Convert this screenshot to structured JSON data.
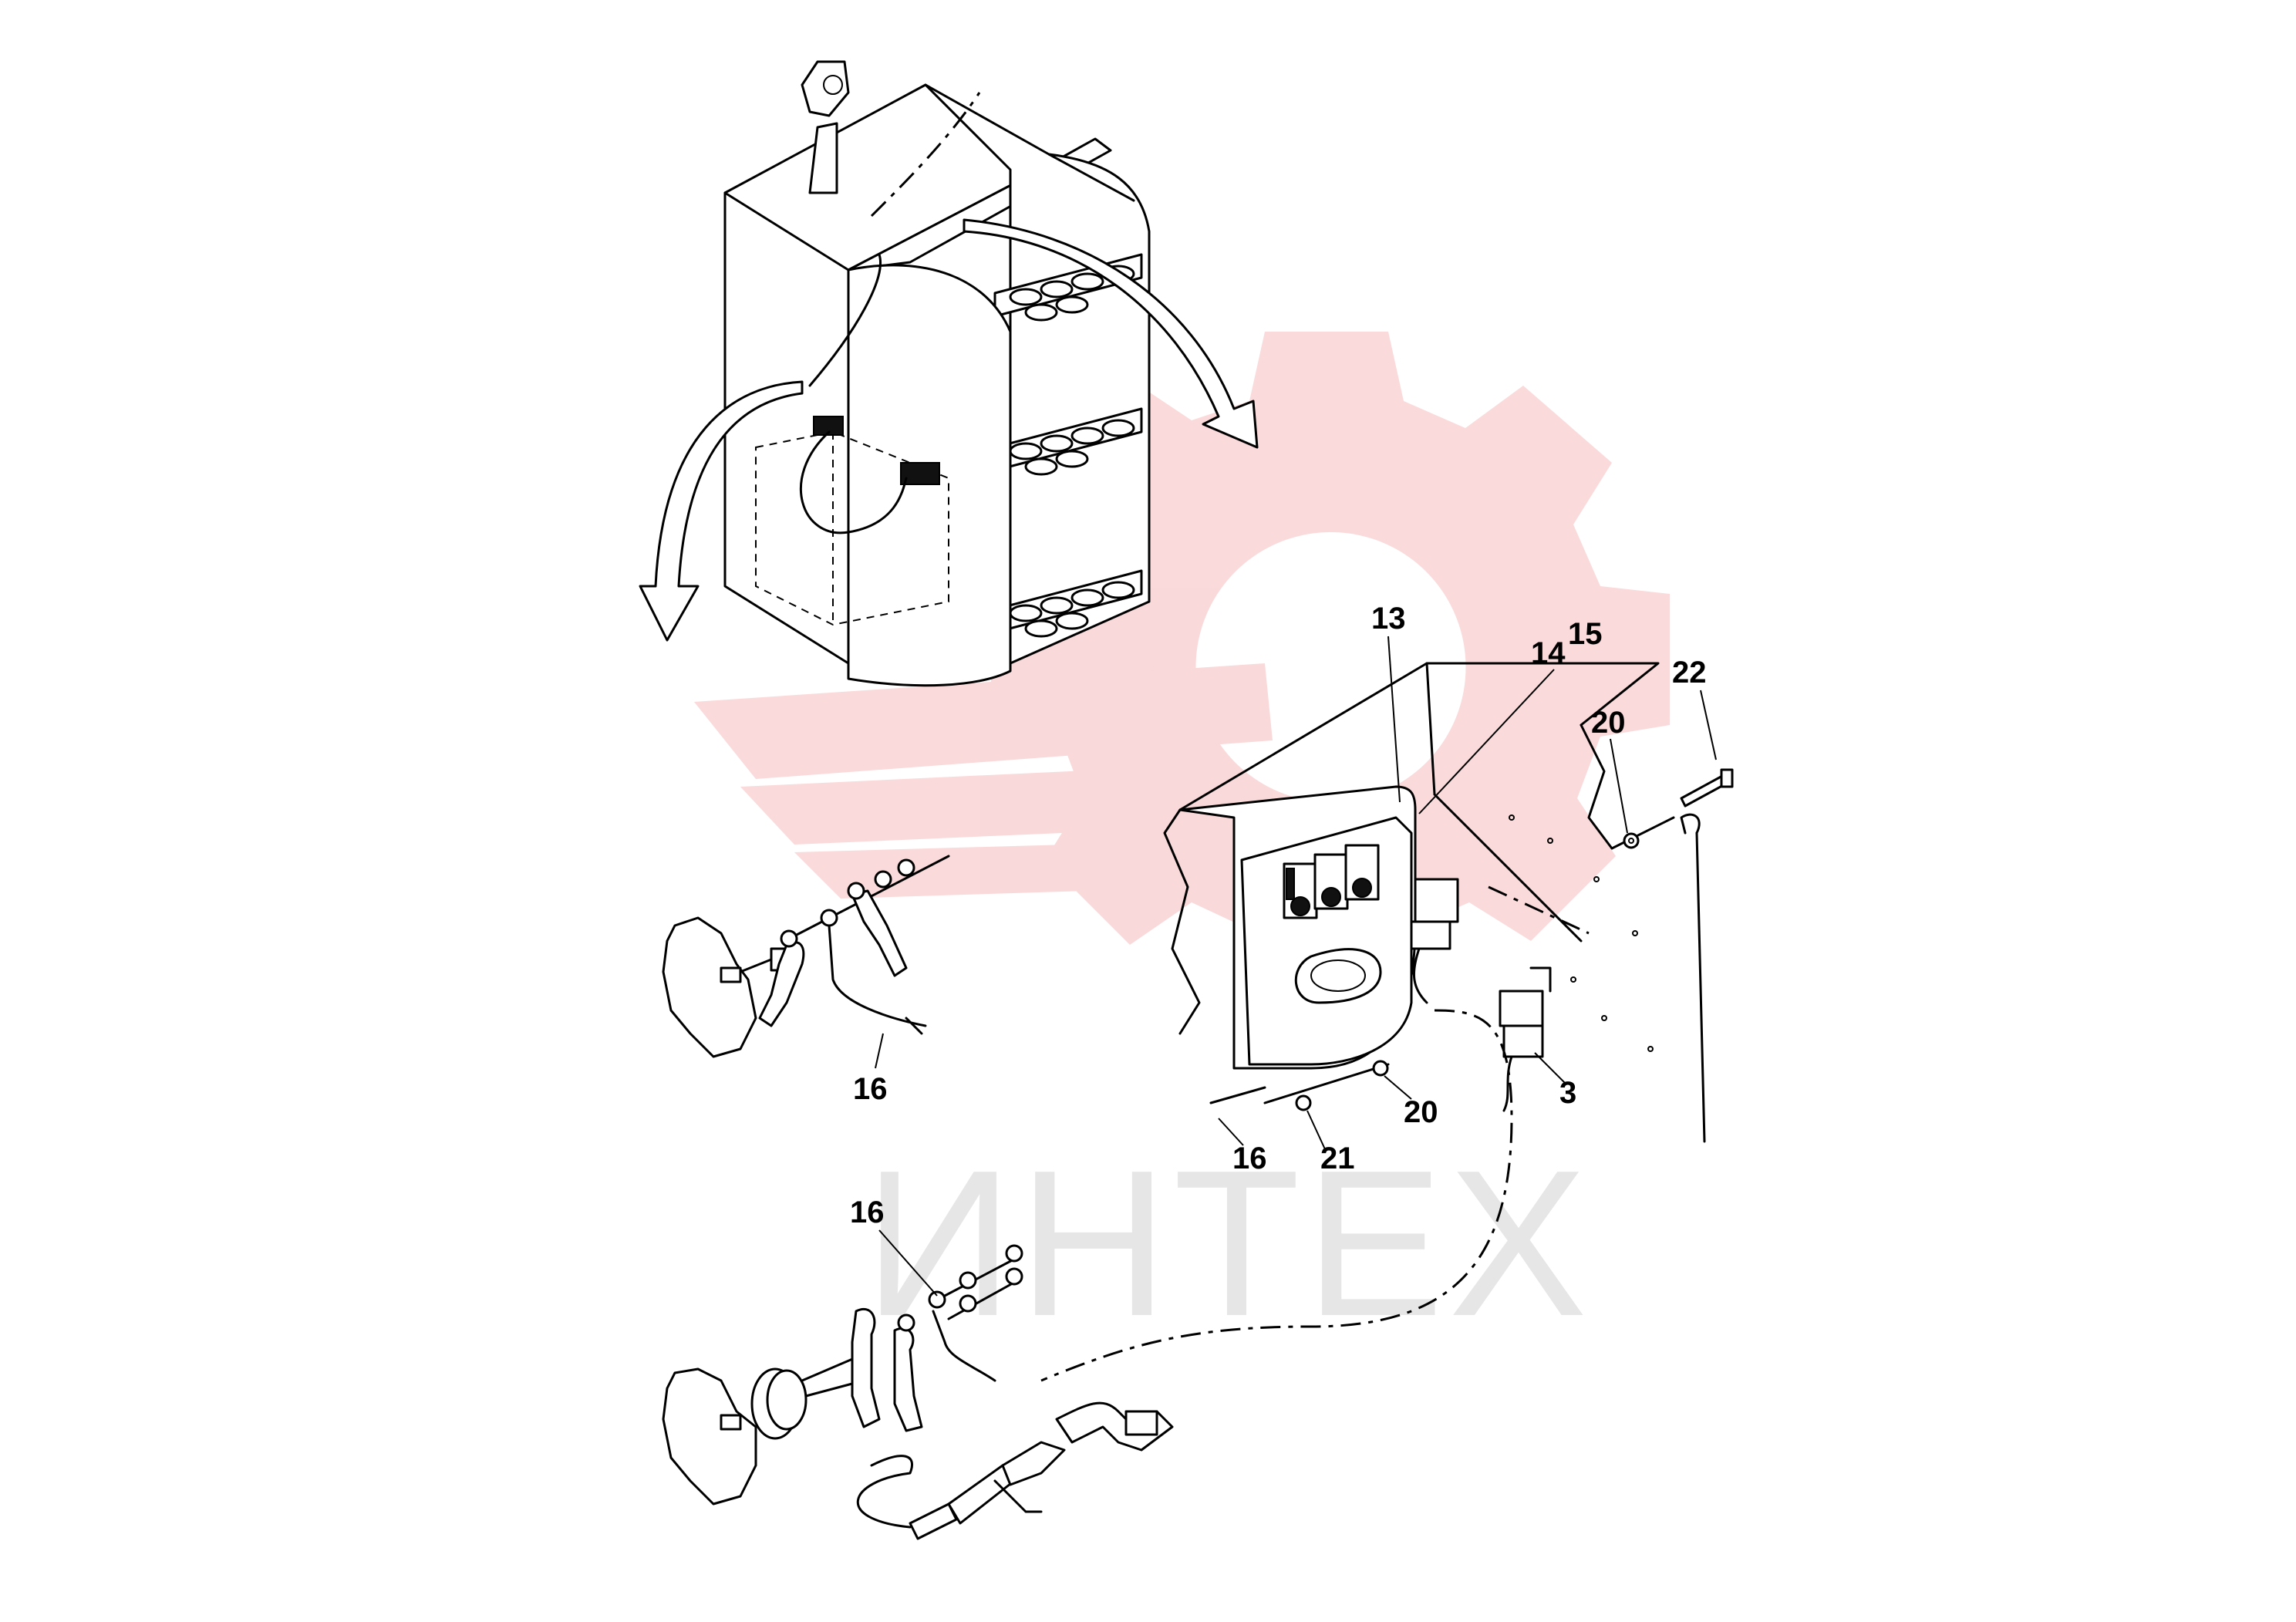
{
  "watermark": {
    "text": "ИНТЕХ",
    "logo_color": "#f9d3d3",
    "text_color": "#e2e2e2"
  },
  "callouts": {
    "c13": "13",
    "c14": "14",
    "c15": "15",
    "c22": "22",
    "c20_top": "20",
    "c16_left": "16",
    "c20_bottom": "20",
    "c3": "3",
    "c16_bottom": "16",
    "c21": "21",
    "c16_lower": "16"
  }
}
